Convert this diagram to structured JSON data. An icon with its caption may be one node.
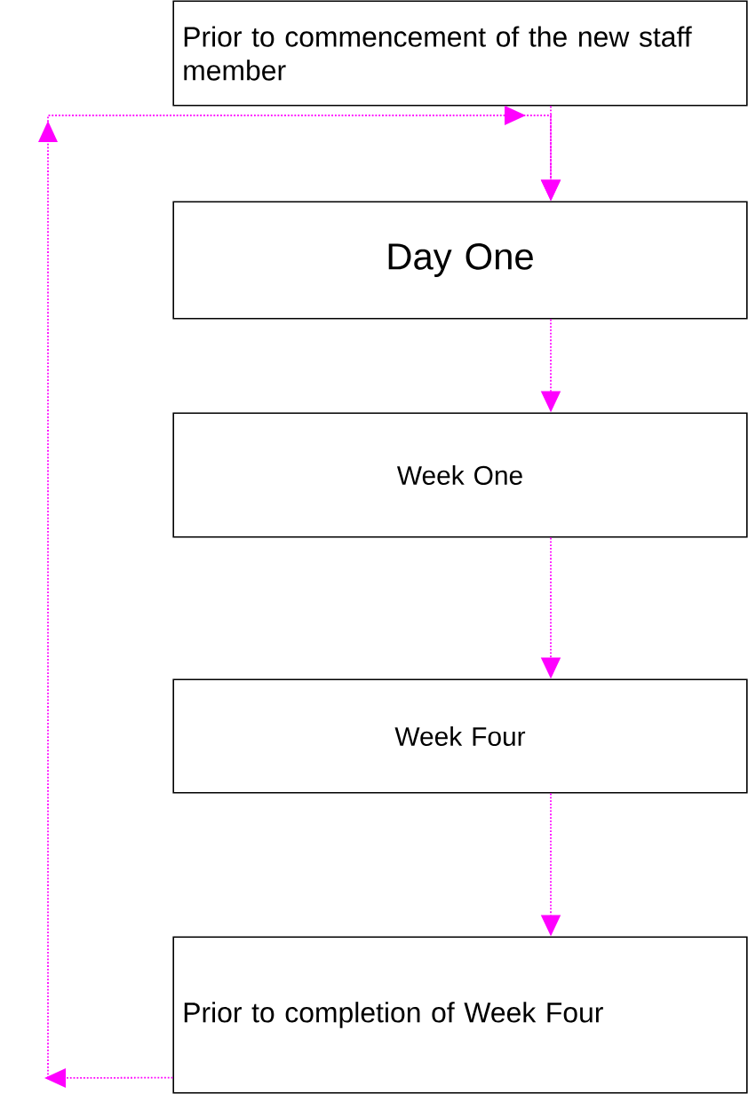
{
  "diagram": {
    "nodes": [
      {
        "text": [
          "Prior to commencement of the new staff member"
        ]
      },
      {
        "text": [
          "Day One"
        ]
      },
      {
        "text": [
          "Week One"
        ]
      },
      {
        "text": [
          "Week Four"
        ]
      },
      {
        "text": [
          "Prior to completion of Week Four"
        ]
      }
    ],
    "edges": [
      {
        "from": 0,
        "to": 1,
        "arrow": "to",
        "style": "dashed"
      },
      {
        "from": 1,
        "to": 2,
        "arrow": "to",
        "style": "dashed"
      },
      {
        "from": 2,
        "to": 3,
        "arrow": "to",
        "style": "dashed"
      },
      {
        "from": 3,
        "to": 4,
        "arrow": "to",
        "style": "dashed"
      },
      {
        "from": 4,
        "to": 1,
        "arrow": "to",
        "style": "dashed"
      }
    ]
  }
}
